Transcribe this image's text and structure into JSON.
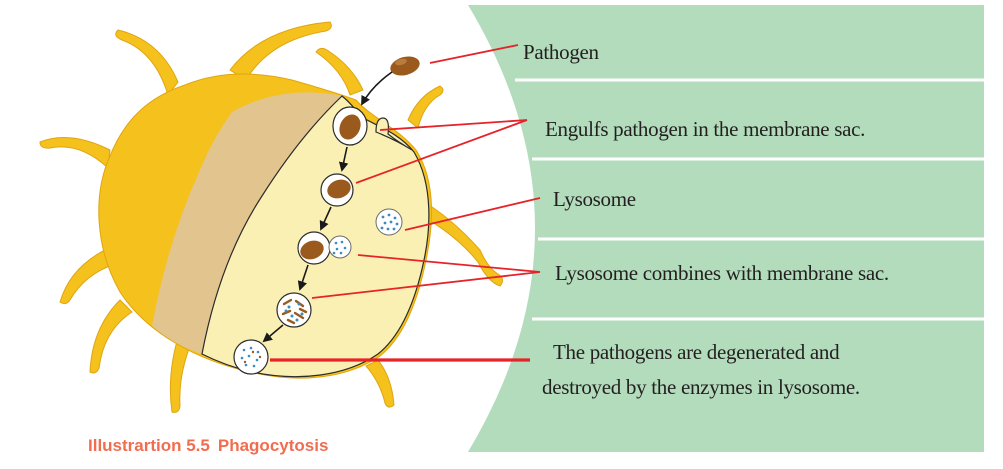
{
  "labels": {
    "pathogen": "Pathogen",
    "engulfs": "Engulfs pathogen in the membrane sac.",
    "lysosome": "Lysosome",
    "combines": "Lysosome combines with membrane sac.",
    "degenerated_line1": "The pathogens are degenerated and",
    "degenerated_line2": "destroyed by the enzymes in lysosome."
  },
  "caption": {
    "number": "Illustrartion 5.5",
    "title": "Phagocytosis"
  },
  "colors": {
    "panel": "#b2dcbc",
    "panel_divider": "#ffffff",
    "cell_outer": "#f5c11c",
    "cell_inner": "#fbf0b4",
    "cell_cut": "#e2c48e",
    "pathogen": "#9a5a1e",
    "lysosome_dots": "#3a8bbf",
    "pointer_line": "#e52329",
    "caption": "#f26d4f"
  }
}
